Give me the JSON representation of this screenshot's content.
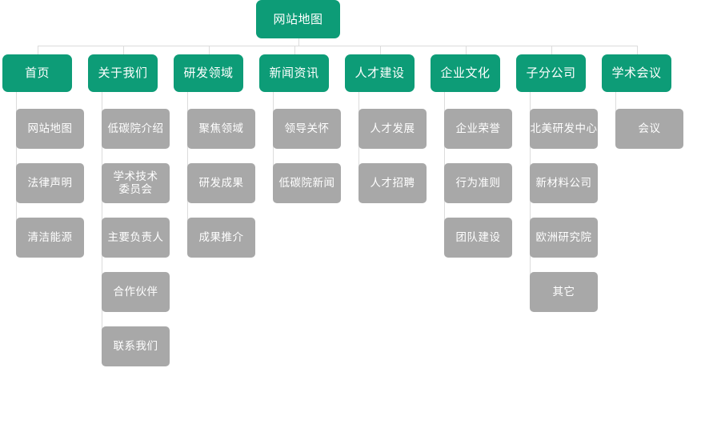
{
  "diagram": {
    "type": "sitemap-tree",
    "title": "网站地图",
    "orientation": "top-down",
    "levels": 3,
    "colors": {
      "root": "#0d9c77",
      "level1": "#0d9c77",
      "level2": "#a8a8a8",
      "connector": "#dcdcdc",
      "label": "#ffffff",
      "background": "#ffffff"
    }
  },
  "root": {
    "label": "网站地图"
  },
  "columns": [
    {
      "label": "首页",
      "children": [
        {
          "label": "网站地图"
        },
        {
          "label": "法律声明"
        },
        {
          "label": "清洁能源"
        }
      ]
    },
    {
      "label": "关于我们",
      "children": [
        {
          "label": "低碳院介绍"
        },
        {
          "label": "学术技术\n委员会"
        },
        {
          "label": "主要负责人"
        },
        {
          "label": "合作伙伴"
        },
        {
          "label": "联系我们"
        }
      ]
    },
    {
      "label": "研发领域",
      "children": [
        {
          "label": "聚焦领域"
        },
        {
          "label": "研发成果"
        },
        {
          "label": "成果推介"
        }
      ]
    },
    {
      "label": "新闻资讯",
      "children": [
        {
          "label": "领导关怀"
        },
        {
          "label": "低碳院新闻"
        }
      ]
    },
    {
      "label": "人才建设",
      "children": [
        {
          "label": "人才发展"
        },
        {
          "label": "人才招聘"
        }
      ]
    },
    {
      "label": "企业文化",
      "children": [
        {
          "label": "企业荣誉"
        },
        {
          "label": "行为准则"
        },
        {
          "label": "团队建设"
        }
      ]
    },
    {
      "label": "子分公司",
      "children": [
        {
          "label": "北美研发中心"
        },
        {
          "label": "新材料公司"
        },
        {
          "label": "欧洲研究院"
        },
        {
          "label": "其它"
        }
      ]
    },
    {
      "label": "学术会议",
      "children": [
        {
          "label": "会议"
        }
      ]
    }
  ]
}
